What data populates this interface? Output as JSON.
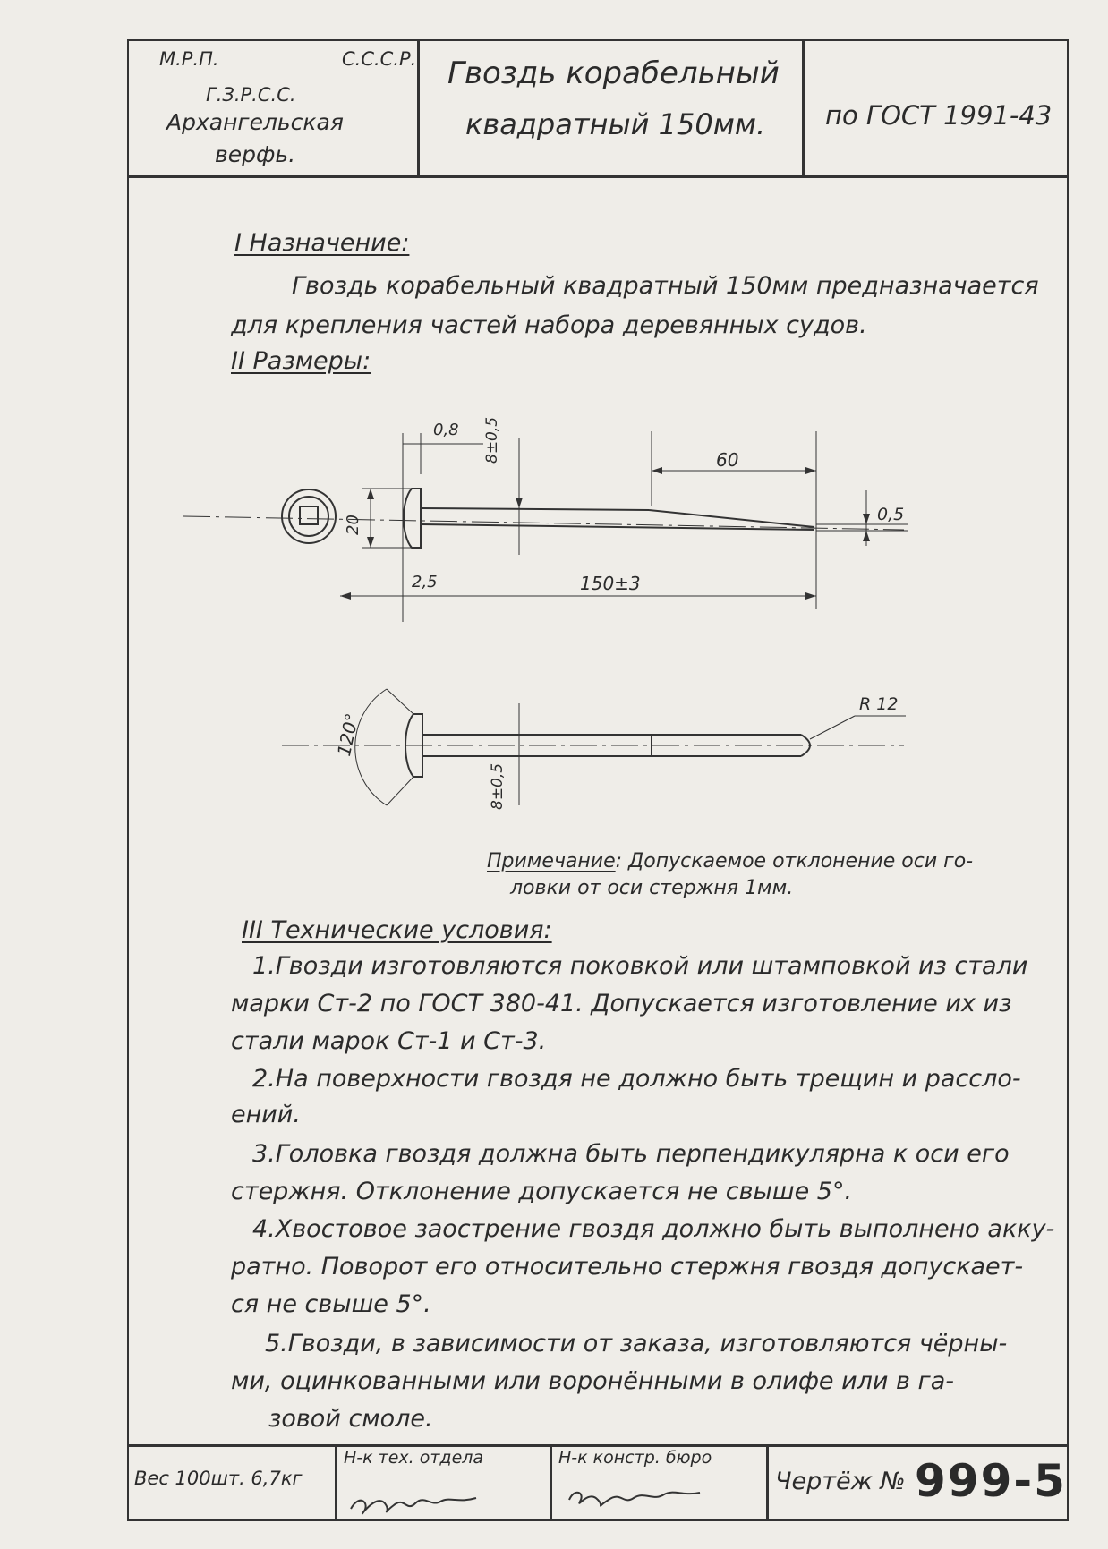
{
  "header": {
    "org_line1_left": "М.Р.П.",
    "org_line1_right": "С.С.С.Р.",
    "org_line2": "Г.З.Р.С.С.",
    "org_line3": "Архангельская",
    "org_line4": "верфь.",
    "title_line1": "Гвоздь корабельный",
    "title_line2": "квадратный 150мм.",
    "standard": "по ГОСТ 1991-43"
  },
  "section1": {
    "heading": "I Назначение:",
    "text_line1": "Гвоздь корабельный квадратный 150мм предназначается",
    "text_line2": "для крепления частей набора деревянных судов."
  },
  "section2": {
    "heading": "II Размеры:"
  },
  "drawing": {
    "dim_head_thickness": "0,8",
    "dim_head_offset": "8±0,5",
    "dim_taper": "60",
    "dim_tip": "0,5",
    "dim_head_dia": "20",
    "dim_shoulder": "2,5",
    "dim_length": "150±3",
    "dim_angle": "120°",
    "dim_radius": "R 12",
    "dim_head_offset2": "8±0,5"
  },
  "note": {
    "label": "Примечание",
    "line1": ": Допускаемое отклонение оси го-",
    "line2": "ловки от оси стержня 1мм."
  },
  "section3": {
    "heading": "III Технические условия:",
    "lines": [
      "1.Гвозди изготовляются поковкой или штамповкой из стали",
      "марки Ст-2 по ГОСТ 380-41. Допускается изготовление их из",
      "стали марок Ст-1 и Ст-3.",
      "2.На поверхности гвоздя не должно быть трещин и расслo-",
      "ений.",
      "3.Головка гвоздя должна быть перпендикулярна к оси его",
      "стержня. Отклонение допускается не свыше 5°.",
      "4.Хвостовое заострение гвоздя должно быть выполнено акку-",
      "ратно. Поворот его относительно стержня гвоздя допускает-",
      "ся не свыше 5°.",
      "5.Гвозди, в зависимости от заказа, изготовляются чёрны-",
      "ми, оцинкованными или воронёнными в олифе или в га-",
      "зовой смоле."
    ]
  },
  "footer": {
    "weight": "Вес 100шт. 6,7кг",
    "dept_head": "Н-к тех. отдела",
    "design_head": "Н-к констр. бюро",
    "drawing_label": "Чертёж №",
    "drawing_number": "999-5"
  }
}
